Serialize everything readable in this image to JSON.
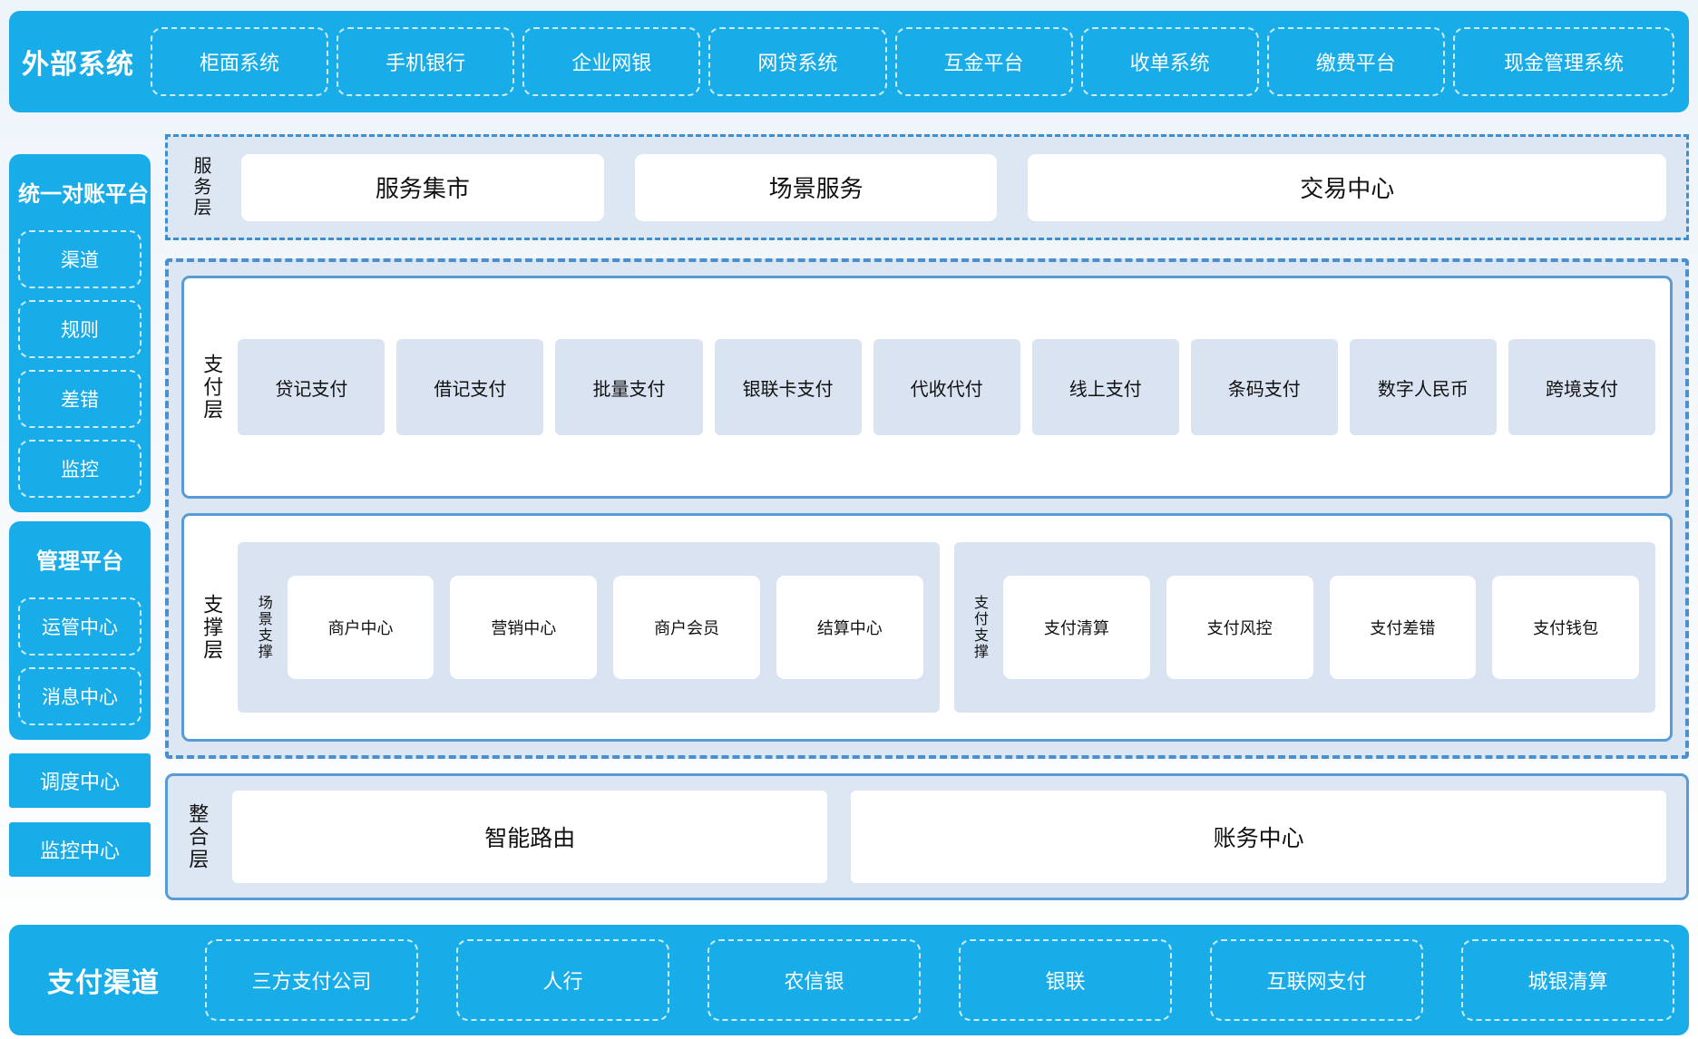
{
  "colors": {
    "brand_blue": "#18ace8",
    "panel_bg": "#dde7f4",
    "box_bg": "#d9e3f1",
    "border_blue": "#5b9bd5",
    "dash_border": "#4a90d0"
  },
  "top_bar": {
    "title": "外部系统",
    "items": [
      "柜面系统",
      "手机银行",
      "企业网银",
      "网贷系统",
      "互金平台",
      "收单系统",
      "缴费平台",
      "现金管理系统"
    ]
  },
  "sidebar": {
    "reconciliation": {
      "title": "统一对账平台",
      "items": [
        "渠道",
        "规则",
        "差错",
        "监控"
      ]
    },
    "management": {
      "title": "管理平台",
      "items": [
        "运管中心",
        "消息中心"
      ]
    },
    "solo_boxes": [
      "调度中心",
      "监控中心"
    ]
  },
  "service_layer": {
    "label": "服务层",
    "items": [
      "服务集市",
      "场景服务",
      "交易中心"
    ]
  },
  "payment_layer": {
    "label": "支付层",
    "items": [
      "贷记支付",
      "借记支付",
      "批量支付",
      "银联卡支付",
      "代收代付",
      "线上支付",
      "条码支付",
      "数字人民币",
      "跨境支付"
    ]
  },
  "support_layer": {
    "label": "支撑层",
    "groups": [
      {
        "label": "场景支撑",
        "items": [
          "商户中心",
          "营销中心",
          "商户会员",
          "结算中心"
        ]
      },
      {
        "label": "支付支撑",
        "items": [
          "支付清算",
          "支付风控",
          "支付差错",
          "支付钱包"
        ]
      }
    ]
  },
  "integration_layer": {
    "label": "整合层",
    "items": [
      "智能路由",
      "账务中心"
    ]
  },
  "bottom_bar": {
    "title": "支付渠道",
    "items": [
      "三方支付公司",
      "人行",
      "农信银",
      "银联",
      "互联网支付",
      "城银清算"
    ]
  }
}
